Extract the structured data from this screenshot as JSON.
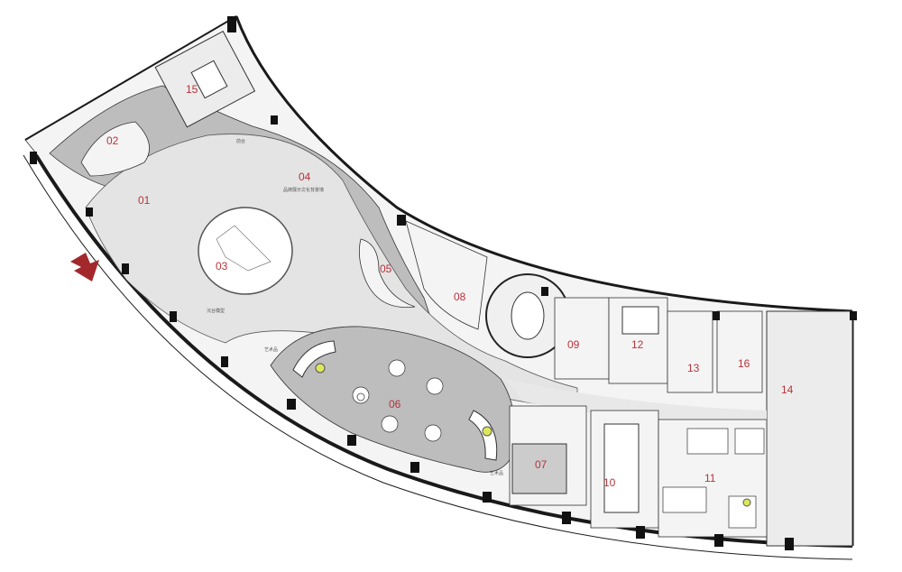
{
  "rooms": [
    {
      "id": "01"
    },
    {
      "id": "02"
    },
    {
      "id": "03"
    },
    {
      "id": "04"
    },
    {
      "id": "05"
    },
    {
      "id": "06"
    },
    {
      "id": "07"
    },
    {
      "id": "08"
    },
    {
      "id": "09"
    },
    {
      "id": "10"
    },
    {
      "id": "11"
    },
    {
      "id": "12"
    },
    {
      "id": "13"
    },
    {
      "id": "14"
    },
    {
      "id": "15"
    },
    {
      "id": "16"
    }
  ],
  "notes": {
    "reception": "前台",
    "brand_wall": "品牌展示文化背景墙",
    "model": "沉台模型",
    "art_1": "艺术品",
    "art_2": "艺术品"
  },
  "colors": {
    "label": "#b8323a",
    "entrance_arrow": "#a3282b",
    "floor_light": "#e4e4e4",
    "floor_dark": "#bdbdbd"
  },
  "icons": {
    "entrance": "entrance-arrow-icon"
  }
}
